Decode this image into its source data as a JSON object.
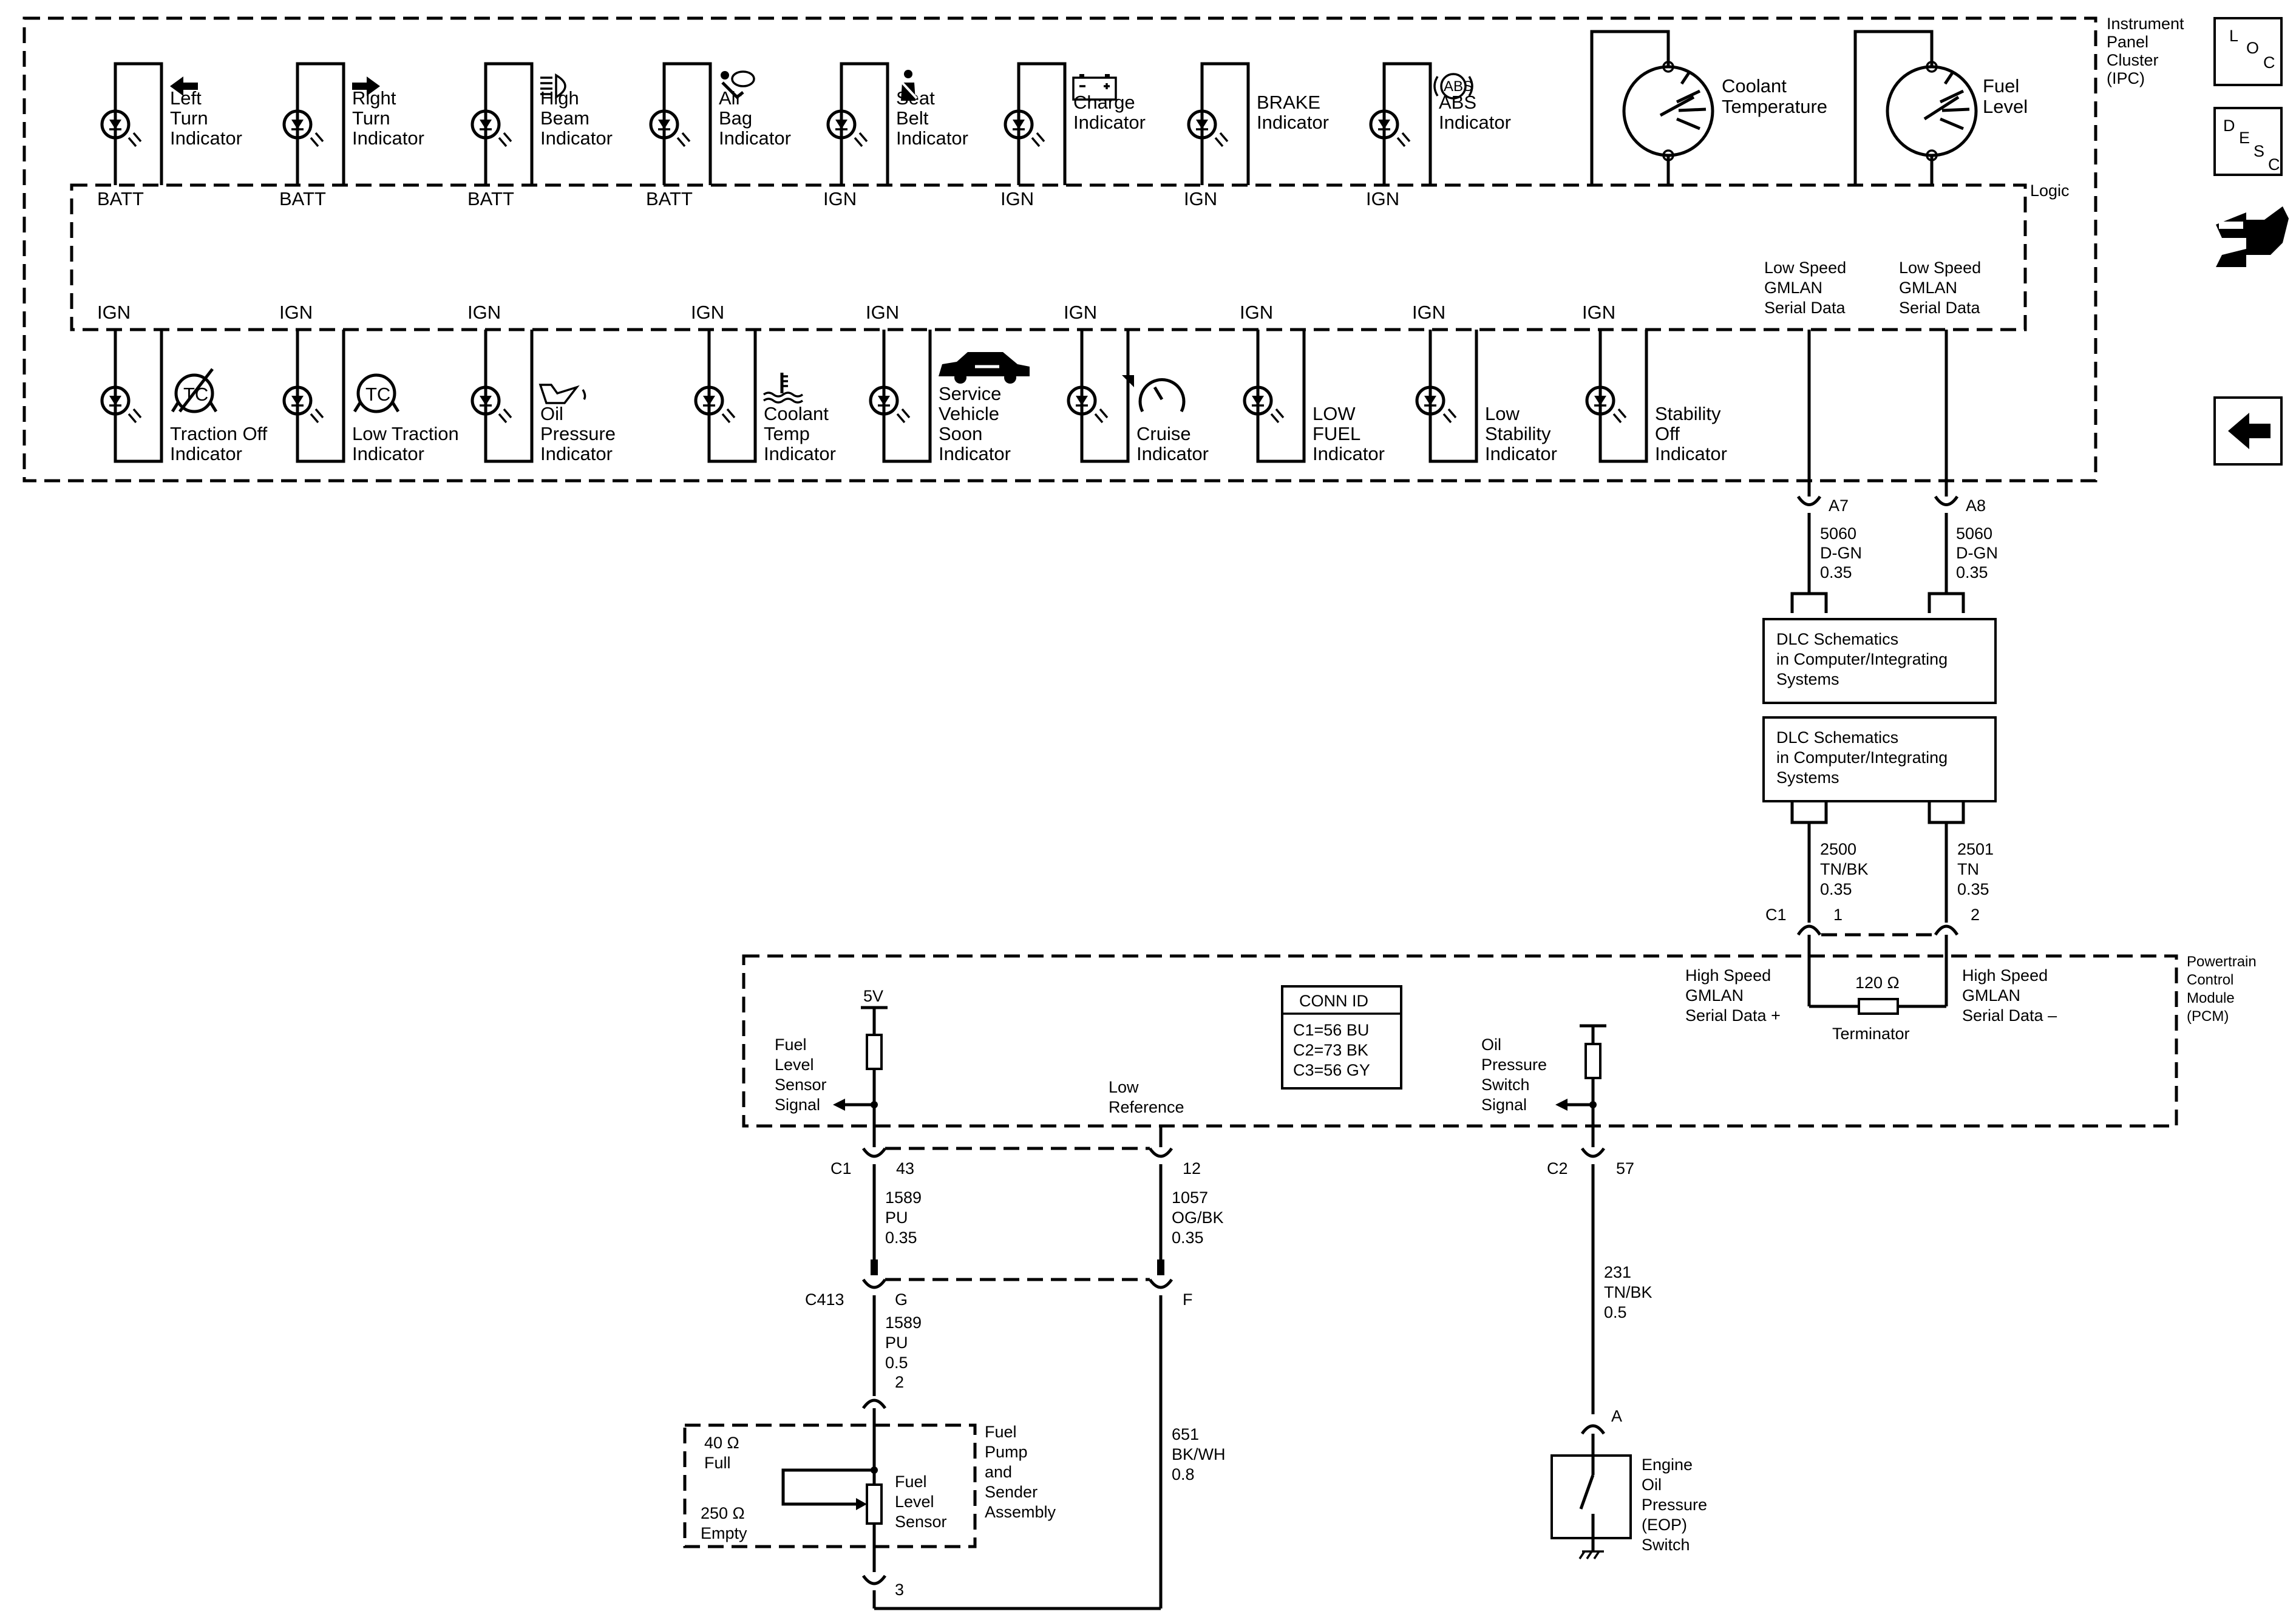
{
  "nav": {
    "loc": "LOC",
    "desc": "DESC",
    "icon_loc": "loc-icon",
    "icon_desc": "desc-icon",
    "icon_connector": "connector-end-view-icon",
    "icon_back": "back-arrow-icon"
  },
  "ipc": {
    "title": [
      "Instrument",
      "Panel",
      "Cluster",
      "(IPC)"
    ],
    "logic": "Logic",
    "top_indicators": [
      {
        "label": [
          "Left",
          "Turn",
          "Indicator"
        ],
        "supply": "BATT",
        "icon": "left-arrow-icon"
      },
      {
        "label": [
          "Right",
          "Turn",
          "Indicator"
        ],
        "supply": "BATT",
        "icon": "right-arrow-icon"
      },
      {
        "label": [
          "High",
          "Beam",
          "Indicator"
        ],
        "supply": "BATT",
        "icon": "high-beam-icon"
      },
      {
        "label": [
          "Air",
          "Bag",
          "Indicator"
        ],
        "supply": "BATT",
        "icon": "airbag-icon"
      },
      {
        "label": [
          "Seat",
          "Belt",
          "Indicator"
        ],
        "supply": "IGN",
        "icon": "seat-belt-icon"
      },
      {
        "label": [
          "Charge",
          "Indicator"
        ],
        "supply": "IGN",
        "icon": "battery-icon"
      },
      {
        "label": [
          "BRAKE",
          "Indicator"
        ],
        "supply": "IGN",
        "icon": ""
      },
      {
        "label": [
          "ABS",
          "Indicator"
        ],
        "supply": "IGN",
        "icon": "abs-icon",
        "icon_text": "ABS"
      }
    ],
    "gauges": [
      {
        "label": [
          "Coolant",
          "Temperature"
        ]
      },
      {
        "label": [
          "Fuel",
          "Level"
        ]
      }
    ],
    "bottom_indicators": [
      {
        "label": [
          "Traction Off",
          "Indicator"
        ],
        "supply": "IGN",
        "icon": "traction-off-icon",
        "icon_text": "TC"
      },
      {
        "label": [
          "Low Traction",
          "Indicator"
        ],
        "supply": "IGN",
        "icon": "low-traction-icon",
        "icon_text": "TC"
      },
      {
        "label": [
          "Oil",
          "Pressure",
          "Indicator"
        ],
        "supply": "IGN",
        "icon": "oil-can-icon"
      },
      {
        "label": [
          "Coolant",
          "Temp",
          "Indicator"
        ],
        "supply": "IGN",
        "icon": "coolant-temp-icon"
      },
      {
        "label": [
          "Service",
          "Vehicle",
          "Soon",
          "Indicator"
        ],
        "supply": "IGN",
        "icon": "service-vehicle-icon"
      },
      {
        "label": [
          "Cruise",
          "Indicator"
        ],
        "supply": "IGN",
        "icon": "cruise-icon"
      },
      {
        "label": [
          "LOW",
          "FUEL",
          "Indicator"
        ],
        "supply": "IGN",
        "icon": ""
      },
      {
        "label": [
          "Low",
          "Stability",
          "Indicator"
        ],
        "supply": "IGN",
        "icon": ""
      },
      {
        "label": [
          "Stability",
          "Off",
          "Indicator"
        ],
        "supply": "IGN",
        "icon": ""
      }
    ],
    "serial_data": [
      {
        "label": [
          "Low Speed",
          "GMLAN",
          "Serial Data"
        ],
        "pin": "A7",
        "circuit": [
          "5060",
          "D-GN",
          "0.35"
        ]
      },
      {
        "label": [
          "Low Speed",
          "GMLAN",
          "Serial Data"
        ],
        "pin": "A8",
        "circuit": [
          "5060",
          "D-GN",
          "0.35"
        ]
      }
    ]
  },
  "dlc": [
    {
      "text": [
        "DLC Schematics",
        "in Computer/Integrating",
        "Systems"
      ]
    },
    {
      "text": [
        "DLC Schematics",
        "in Computer/Integrating",
        "Systems"
      ]
    }
  ],
  "hs_circuits": [
    {
      "circuit": [
        "2500",
        "TN/BK",
        "0.35"
      ],
      "pin": "1"
    },
    {
      "circuit": [
        "2501",
        "TN",
        "0.35"
      ],
      "pin": "2"
    }
  ],
  "pcm": {
    "title": [
      "Powertrain",
      "Control",
      "Module",
      "(PCM)"
    ],
    "conn_id": {
      "header": "CONN ID",
      "rows": [
        "C1=56 BU",
        "C2=73 BK",
        "C3=56 GY"
      ]
    },
    "hs_plus": [
      "High Speed",
      "GMLAN",
      "Serial Data +"
    ],
    "hs_minus": [
      "High Speed",
      "GMLAN",
      "Serial Data –"
    ],
    "terminator": "Terminator",
    "terminator_value": "120 Ω",
    "c1": "C1",
    "c2": "C2",
    "five_v": "5V",
    "fuel_signal": [
      "Fuel",
      "Level",
      "Sensor",
      "Signal"
    ],
    "low_ref": [
      "Low",
      "Reference"
    ],
    "oil_signal": [
      "Oil",
      "Pressure",
      "Switch",
      "Signal"
    ],
    "pin_43": "43",
    "pin_12": "12",
    "pin_57": "57"
  },
  "circuits": {
    "c1589_a": [
      "1589",
      "PU",
      "0.35"
    ],
    "c1057": [
      "1057",
      "OG/BK",
      "0.35"
    ],
    "c1589_b": [
      "1589",
      "PU",
      "0.5"
    ],
    "pin_2": "2",
    "c413": "C413",
    "pin_g": "G",
    "pin_f": "F",
    "c651": [
      "651",
      "BK/WH",
      "0.8"
    ],
    "c231": [
      "231",
      "TN/BK",
      "0.5"
    ],
    "pin_a": "A",
    "pin_3": "3"
  },
  "fuel_pump": {
    "title": [
      "Fuel",
      "Pump",
      "and",
      "Sender",
      "Assembly"
    ],
    "sensor": [
      "Fuel",
      "Level",
      "Sensor"
    ],
    "full_value": "40 Ω",
    "full": "Full",
    "empty_value": "250 Ω",
    "empty": "Empty"
  },
  "eop": {
    "label": [
      "Engine",
      "Oil",
      "Pressure",
      "(EOP)",
      "Switch"
    ]
  }
}
